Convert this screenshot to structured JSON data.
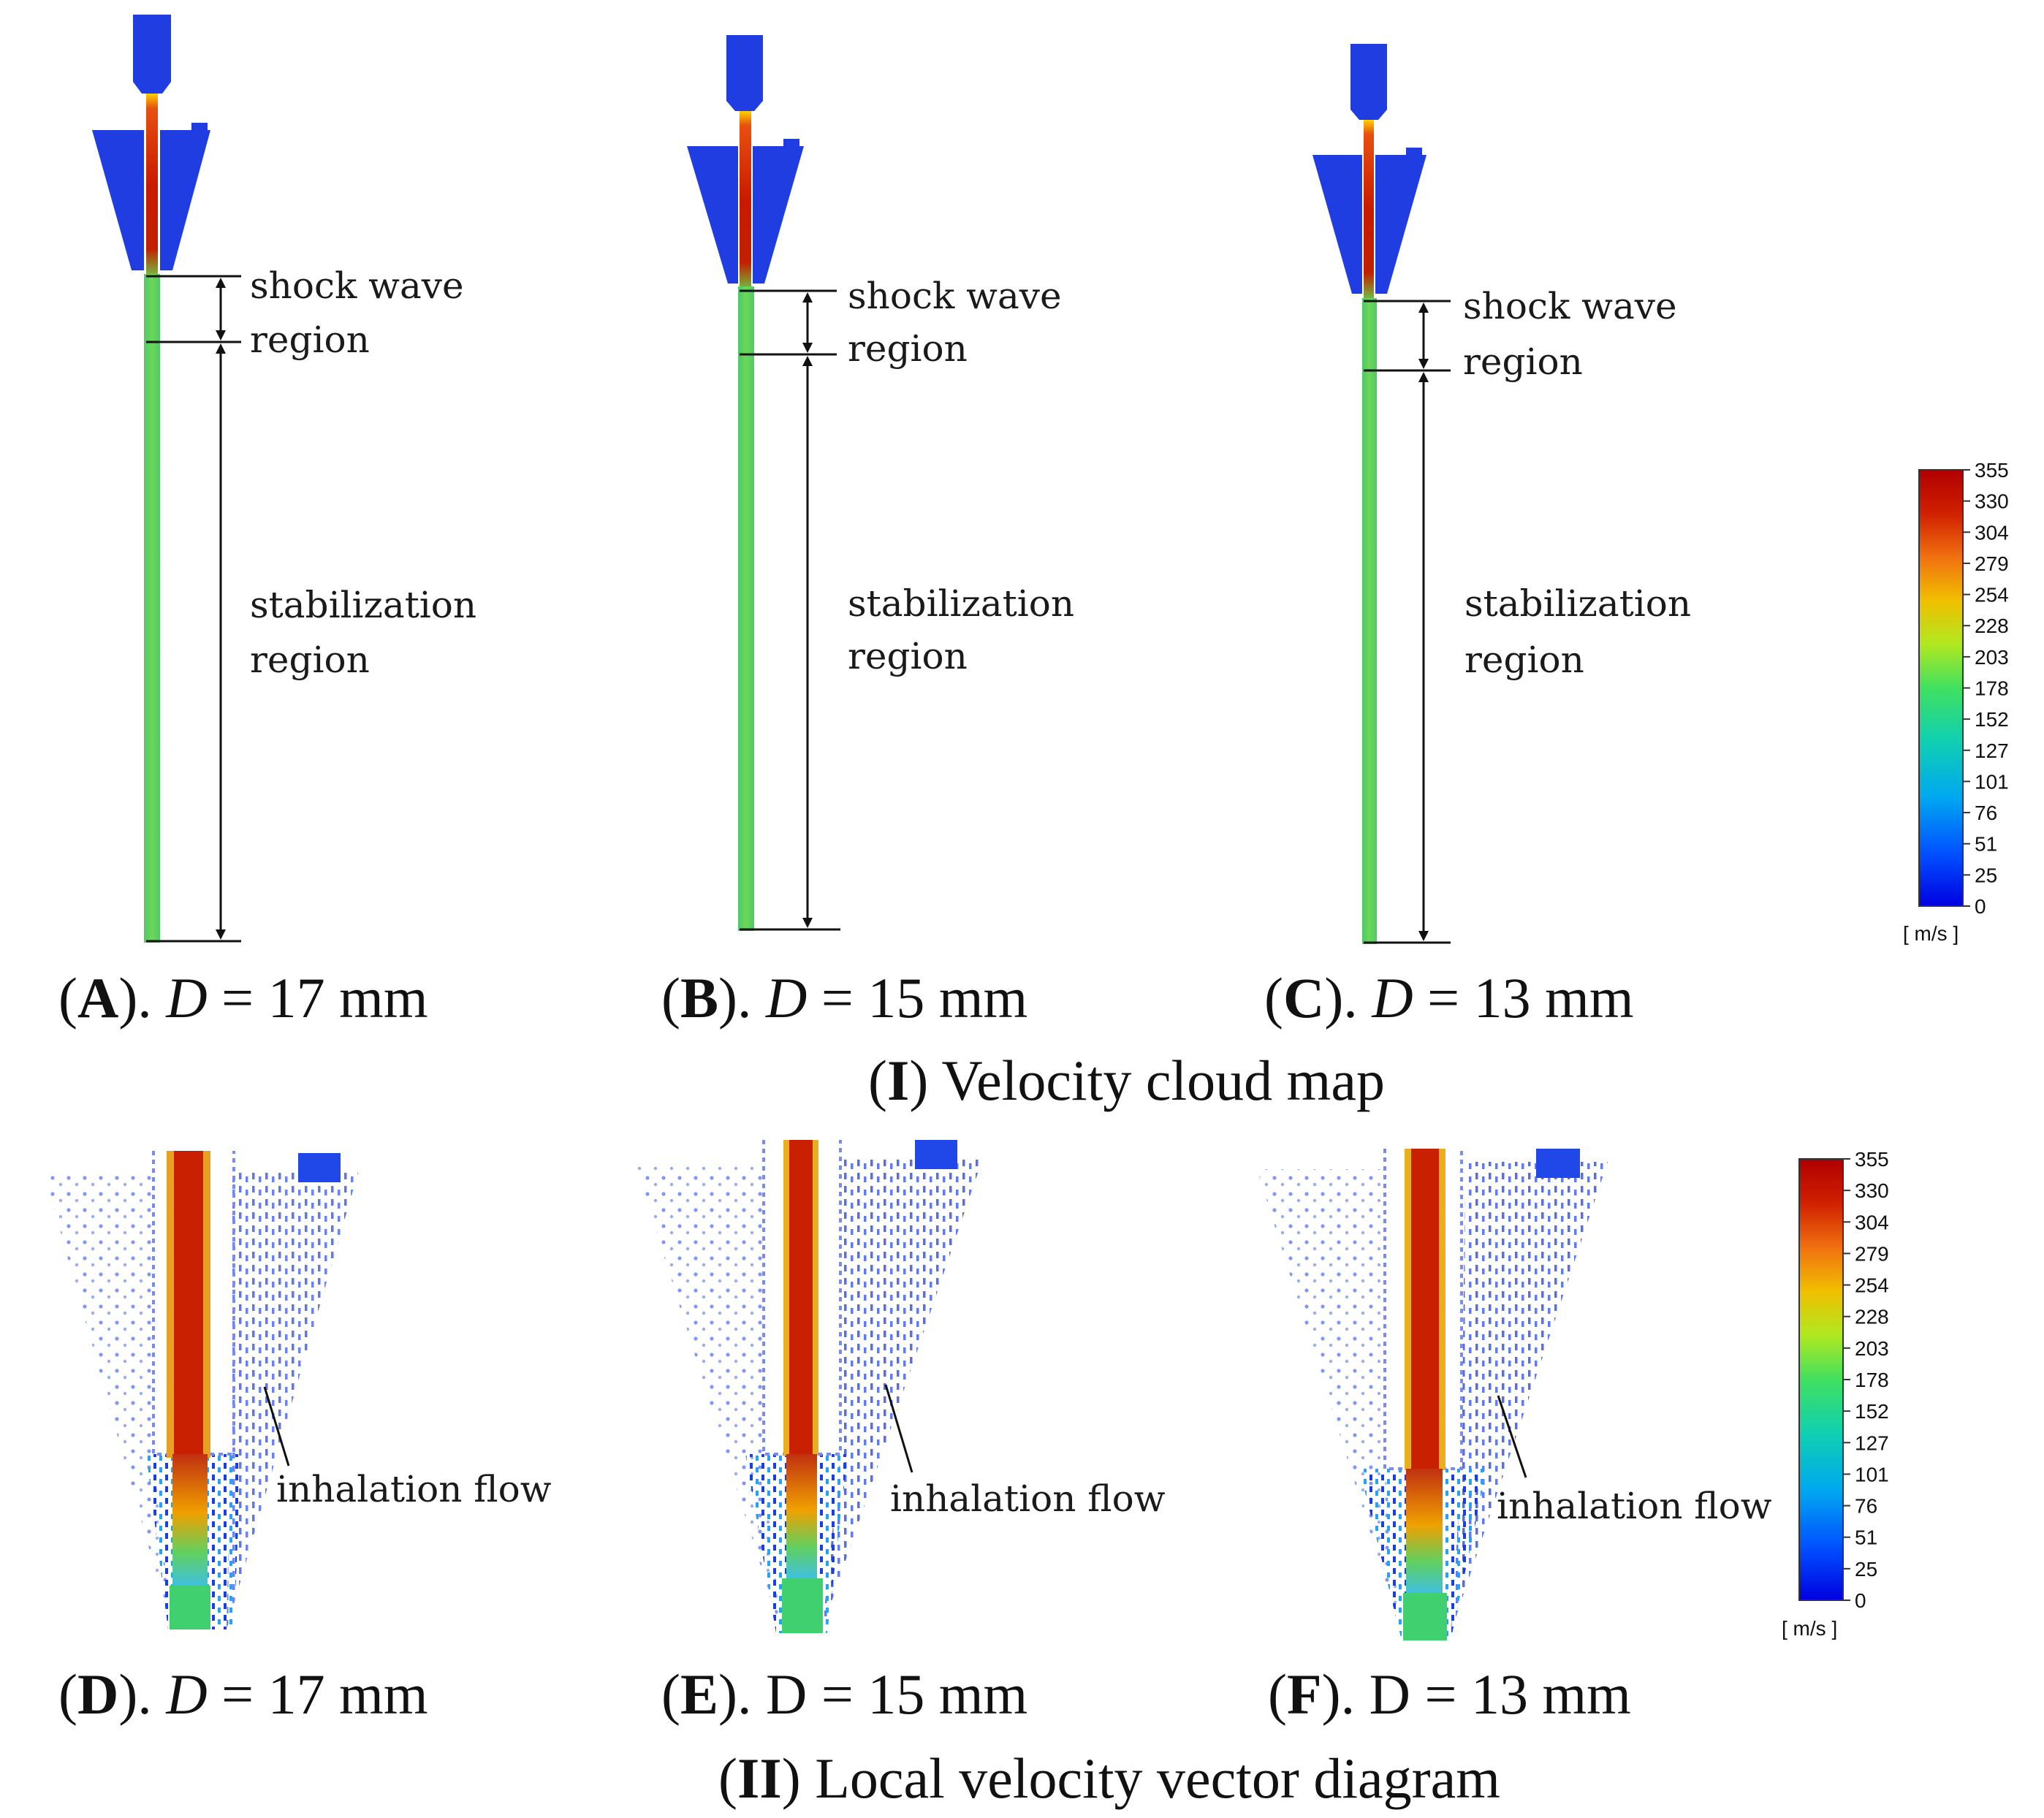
{
  "panels_top": [
    {
      "letter": "A",
      "var": "D",
      "value": "= 17 mm"
    },
    {
      "letter": "B",
      "var": "D",
      "value": "= 15 mm"
    },
    {
      "letter": "C",
      "var": "D",
      "value": "= 13 mm"
    }
  ],
  "panels_bottom": [
    {
      "letter": "D",
      "var": "D",
      "value": "= 17 mm"
    },
    {
      "letter": "E",
      "var": "D",
      "value": "= 15 mm"
    },
    {
      "letter": "F",
      "var": "D",
      "value": "= 13 mm"
    }
  ],
  "annotations": {
    "shock_line1": "shock wave",
    "shock_line2": "region",
    "stab_line1": "stabilization",
    "stab_line2": "region",
    "inhalation": "inhalation flow"
  },
  "section_top": {
    "numeral": "I",
    "title": "Velocity cloud map"
  },
  "section_bottom": {
    "numeral": "II",
    "title": "Local velocity vector diagram"
  },
  "colorbar": {
    "ticks": [
      "355",
      "330",
      "304",
      "279",
      "254",
      "228",
      "203",
      "178",
      "152",
      "127",
      "101",
      "76",
      "51",
      "25",
      "0"
    ],
    "unit": "[ m/s ]",
    "colors": [
      "#0000e0",
      "#0050ff",
      "#00a8f0",
      "#10d0b0",
      "#40e060",
      "#b0e820",
      "#f0c000",
      "#f07010",
      "#d02000",
      "#b00000"
    ]
  }
}
